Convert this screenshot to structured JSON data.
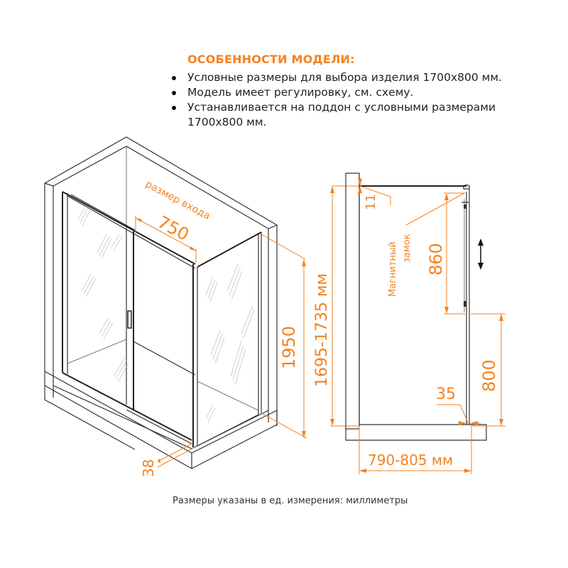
{
  "features": {
    "title": "ОСОБЕННОСТИ МОДЕЛИ:",
    "items": [
      "Условные размеры для выбора изделия 1700x800 мм.",
      "Модель имеет регулировку, см. схему.",
      "Устанавливается на поддон с условными размерами 1700x800 мм."
    ]
  },
  "isometric_view": {
    "entrance_label": "размер входа",
    "entrance_width": "750",
    "height": "1950",
    "adjust_range": "1695-1735 мм",
    "tray_offset": "38"
  },
  "side_view": {
    "top_gap": "11",
    "magnet_label_line1": "Магнитный",
    "magnet_label_line2": "замок",
    "magnet_height": "860",
    "lower_height": "800",
    "profile_width": "35",
    "depth_range": "790-805 мм"
  },
  "footer": {
    "note": "Размеры указаны в ед. измерения: миллиметры"
  },
  "colors": {
    "accent": "#f5821f",
    "line": "#333333"
  }
}
